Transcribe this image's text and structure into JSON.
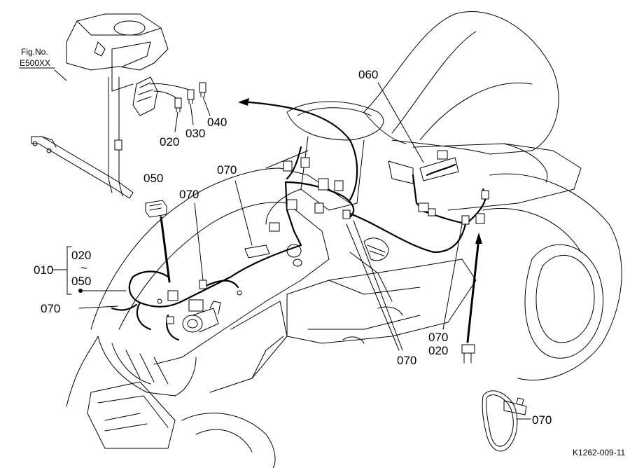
{
  "figure": {
    "fig_no_label": "Fig.No.",
    "fig_no_value": "E500XX",
    "drawing_code": "K1262-009-11"
  },
  "callouts": {
    "p010": "010",
    "p020_top": "020",
    "tilde": "~",
    "p050_range": "050",
    "p020_fuse": "020",
    "p030": "030",
    "p040": "040",
    "p050_conn": "050",
    "p060": "060",
    "p070_upper": "070",
    "p070_mid": "070",
    "p070_left": "070",
    "p070_bottom": "070",
    "p070_right": "070",
    "p020_right": "020",
    "p070_band": "070"
  }
}
